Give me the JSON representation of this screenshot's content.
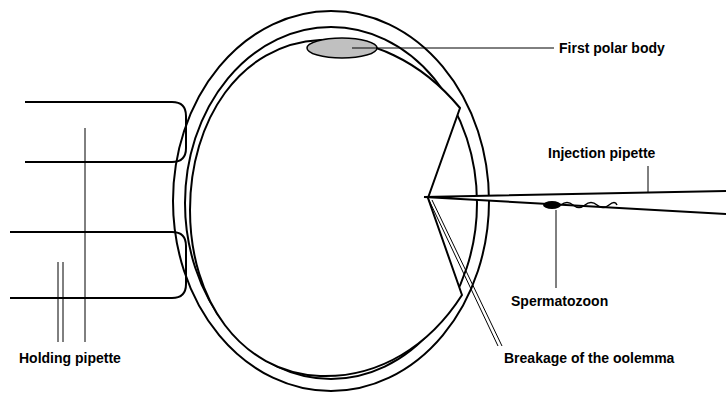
{
  "diagram": {
    "labels": [
      "First polar body",
      "Injection pipette",
      "Spermatozoon",
      "Breakage of the oolemma",
      "Holding pipette"
    ]
  }
}
